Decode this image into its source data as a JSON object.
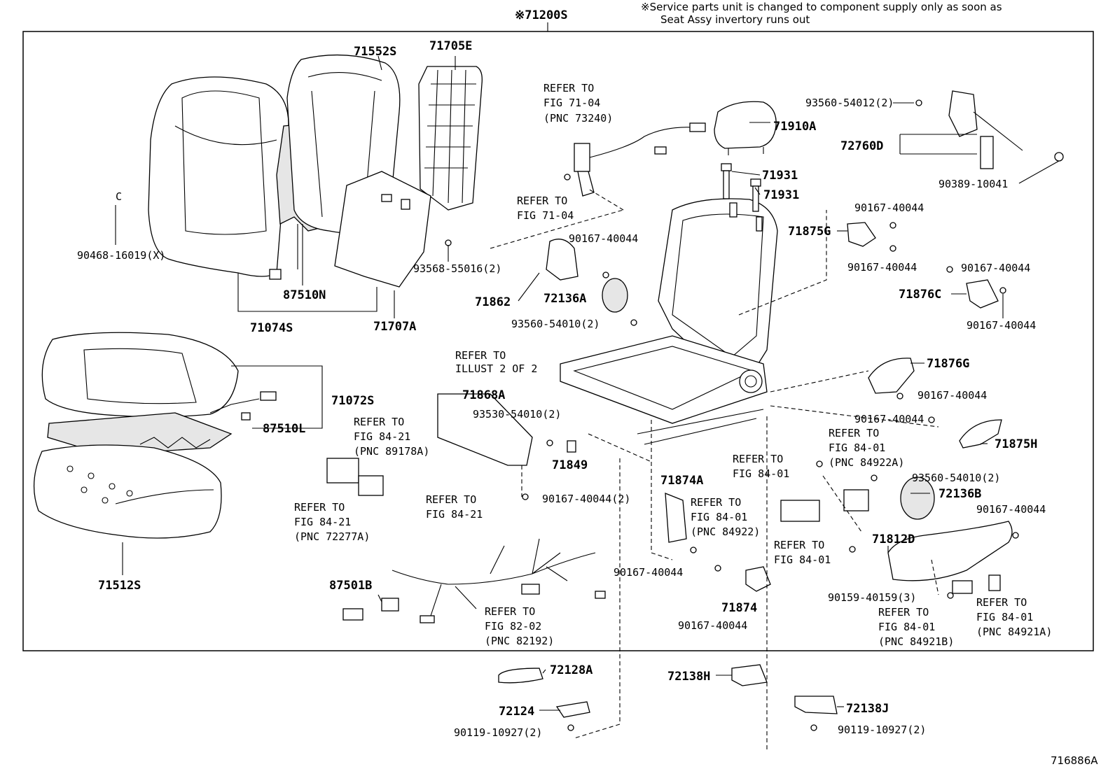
{
  "header": {
    "assembly_number": "※71200S",
    "service_note_line1": "※Service parts unit is changed to component supply only as soon as",
    "service_note_line2": "Seat Assy invertory runs out"
  },
  "diagram_id": "716886A",
  "refer": {
    "r1_l1": "REFER TO",
    "r1_l2": "FIG 71-04",
    "r1_l3": "(PNC 73240)",
    "r2_l1": "REFER TO",
    "r2_l2": "FIG 71-04",
    "r3_l1": "REFER TO",
    "r3_l2": "ILLUST 2 OF 2",
    "r4_l1": "REFER TO",
    "r4_l2": "FIG 84-21",
    "r4_l3": "(PNC 89178A)",
    "r5_l1": "REFER TO",
    "r5_l2": "FIG 84-21",
    "r5_l3": "(PNC 72277A)",
    "r6_l1": "REFER TO",
    "r6_l2": "FIG 84-21",
    "r7_l1": "REFER TO",
    "r7_l2": "FIG 82-02",
    "r7_l3": "(PNC 82192)",
    "r8_l1": "REFER TO",
    "r8_l2": "FIG 84-01",
    "r9_l1": "REFER TO",
    "r9_l2": "FIG 84-01",
    "r9_l3": "(PNC 84922)",
    "r10_l1": "REFER TO",
    "r10_l2": "FIG 84-01",
    "r11_l1": "REFER TO",
    "r11_l2": "FIG 84-01",
    "r11_l3": "(PNC 84922A)",
    "r12_l1": "REFER TO",
    "r12_l2": "FIG 84-01",
    "r12_l3": "(PNC 84921B)",
    "r13_l1": "REFER TO",
    "r13_l2": "FIG 84-01",
    "r13_l3": "(PNC 84921A)"
  },
  "parts": {
    "p71552S": "71552S",
    "p71705E": "71705E",
    "p90468": "90468-16019(X)",
    "p87510N": "87510N",
    "p71074S": "71074S",
    "p71707A": "71707A",
    "p93568": "93568-55016(2)",
    "p71862": "71862",
    "p72136A": "72136A",
    "p90167_a": "90167-40044",
    "p93560_a": "93560-54010(2)",
    "p71910A": "71910A",
    "p71931_a": "71931",
    "p71931_b": "71931",
    "p93560_54012": "93560-54012(2)",
    "p72760D": "72760D",
    "p90389": "90389-10041",
    "p90167_b": "90167-40044",
    "p71875G": "71875G",
    "p90167_c": "90167-40044",
    "p90167_d": "90167-40044",
    "p71876C": "71876C",
    "p90167_e": "90167-40044",
    "p71072S": "71072S",
    "p87510L": "87510L",
    "p71868A": "71868A",
    "p93530": "93530-54010(2)",
    "p71849": "71849",
    "p90167_f": "90167-40044(2)",
    "p71876G": "71876G",
    "p90167_g": "90167-40044",
    "p90167_h": "90167-40044",
    "p71875H": "71875H",
    "p93560_b": "93560-54010(2)",
    "p72136B": "72136B",
    "p90167_i": "90167-40044",
    "p71812D": "71812D",
    "p71874A": "71874A",
    "p90167_j": "90167-40044",
    "p71874": "71874",
    "p90167_k": "90167-40044",
    "p90159": "90159-40159(3)",
    "p71512S": "71512S",
    "p87501B": "87501B",
    "p72128A": "72128A",
    "p72138H": "72138H",
    "p72124": "72124",
    "p90119_a": "90119-10927(2)",
    "p72138J": "72138J",
    "p90119_b": "90119-10927(2)"
  }
}
